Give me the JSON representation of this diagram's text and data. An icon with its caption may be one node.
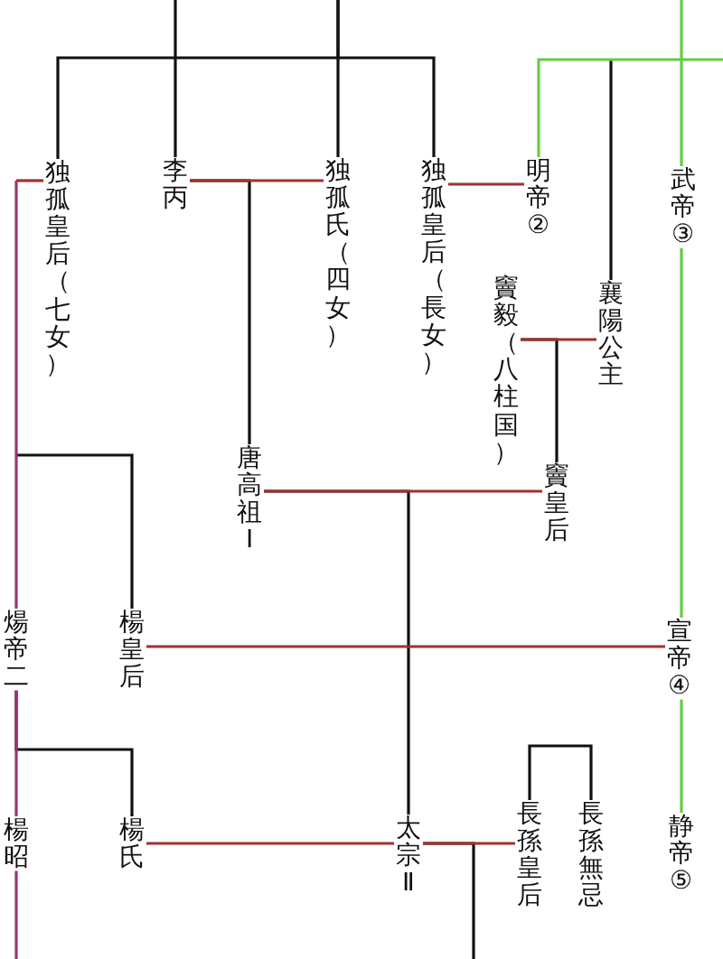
{
  "diagram": {
    "nodes": [
      {
        "text": [
          "独孤皇后（七女）"
        ]
      },
      {
        "text": [
          "李丙"
        ]
      },
      {
        "text": [
          "独孤氏（四女）"
        ]
      },
      {
        "text": [
          "独孤皇后（長女）"
        ]
      },
      {
        "text": [
          "明帝②"
        ]
      },
      {
        "text": [
          "武帝③"
        ]
      },
      {
        "text": [
          "襄陽公主"
        ]
      },
      {
        "text": [
          "竇毅（八柱国）"
        ]
      },
      {
        "text": [
          "竇皇后"
        ]
      },
      {
        "text": [
          "唐高祖Ⅰ"
        ]
      },
      {
        "text": [
          "煬帝二"
        ]
      },
      {
        "text": [
          "楊皇后"
        ]
      },
      {
        "text": [
          "宣帝④"
        ]
      },
      {
        "text": [
          "楊昭"
        ]
      },
      {
        "text": [
          "楊氏"
        ]
      },
      {
        "text": [
          "太宗Ⅱ"
        ]
      },
      {
        "text": [
          "長孫皇后"
        ]
      },
      {
        "text": [
          "長孫無忌"
        ]
      },
      {
        "text": [
          "静帝⑤"
        ]
      }
    ],
    "edges": [
      {
        "from": null,
        "to": 0,
        "arrow": "none"
      },
      {
        "from": null,
        "to": 2,
        "arrow": "none"
      },
      {
        "from": null,
        "to": 3,
        "arrow": "none"
      },
      {
        "from": null,
        "to": 1,
        "arrow": "none"
      },
      {
        "from": null,
        "to": 4,
        "arrow": "none",
        "color": "#66cc44"
      },
      {
        "from": null,
        "to": 5,
        "arrow": "none",
        "color": "#66cc44"
      },
      {
        "from": null,
        "to": 6,
        "arrow": "none"
      },
      {
        "from": 0,
        "to": null,
        "arrow": "none",
        "color": "#a03030"
      },
      {
        "from": null,
        "to": 10,
        "arrow": "none",
        "color": "#a0307a"
      },
      {
        "from": null,
        "to": 11,
        "arrow": "none"
      },
      {
        "from": 1,
        "to": 2,
        "arrow": "none",
        "color": "#a03030"
      },
      {
        "from": 1,
        "to": 9,
        "arrow": "none"
      },
      {
        "from": 3,
        "to": 4,
        "arrow": "none",
        "color": "#a03030"
      },
      {
        "from": 7,
        "to": 6,
        "arrow": "none",
        "color": "#a03030"
      },
      {
        "from": 7,
        "to": 8,
        "arrow": "none"
      },
      {
        "from": 9,
        "to": 8,
        "arrow": "none",
        "color": "#a03030"
      },
      {
        "from": 9,
        "to": 15,
        "arrow": "none"
      },
      {
        "from": 11,
        "to": 12,
        "arrow": "none",
        "color": "#a03030"
      },
      {
        "from": 5,
        "to": 12,
        "arrow": "none",
        "color": "#66cc44"
      },
      {
        "from": 12,
        "to": 18,
        "arrow": "none",
        "color": "#66cc44"
      },
      {
        "from": 10,
        "to": 13,
        "arrow": "none",
        "color": "#a0307a"
      },
      {
        "from": 10,
        "to": 14,
        "arrow": "none"
      },
      {
        "from": 13,
        "to": null,
        "arrow": "none",
        "color": "#a0307a"
      },
      {
        "from": 14,
        "to": 15,
        "arrow": "none",
        "color": "#a03030"
      },
      {
        "from": 15,
        "to": 16,
        "arrow": "none",
        "color": "#a03030"
      },
      {
        "from": 15,
        "to": null,
        "arrow": "none"
      },
      {
        "from": 16,
        "to": 17,
        "arrow": "none"
      }
    ]
  }
}
